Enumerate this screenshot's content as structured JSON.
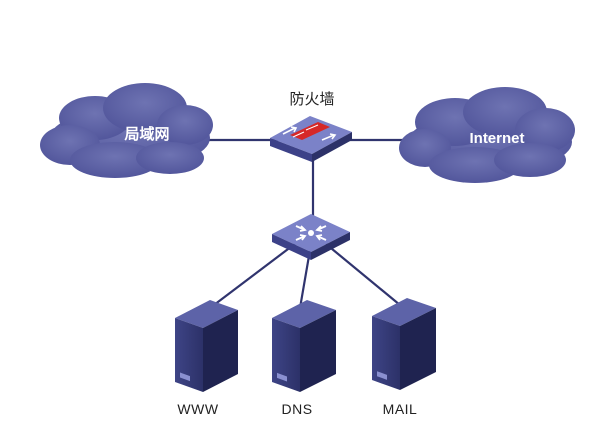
{
  "nodes": {
    "lan": {
      "label": "局域网"
    },
    "internet": {
      "label": "Internet"
    },
    "firewall": {
      "label": "防火墙"
    },
    "switch": {
      "label": ""
    },
    "servers": [
      {
        "label": "WWW"
      },
      {
        "label": "DNS"
      },
      {
        "label": "MAIL"
      }
    ]
  },
  "edges": [
    {
      "from": "lan",
      "to": "firewall"
    },
    {
      "from": "firewall",
      "to": "internet"
    },
    {
      "from": "firewall",
      "to": "switch"
    },
    {
      "from": "switch",
      "to": "servers.0"
    },
    {
      "from": "switch",
      "to": "servers.1"
    },
    {
      "from": "switch",
      "to": "servers.2"
    }
  ],
  "colors": {
    "cloud": "#5b5f9f",
    "cloud_shadow": "#454a85",
    "link": "#30346e",
    "device_top": "#7b82c8",
    "device_side": "#3c4188",
    "firewall_stripe": "#d62828",
    "server_front": "#343a78",
    "server_side": "#1f2350",
    "server_top": "#5d63a8"
  },
  "icons": {
    "firewall": "firewall-icon",
    "switch": "switch-icon",
    "server": "server-icon",
    "cloud": "cloud-icon"
  }
}
